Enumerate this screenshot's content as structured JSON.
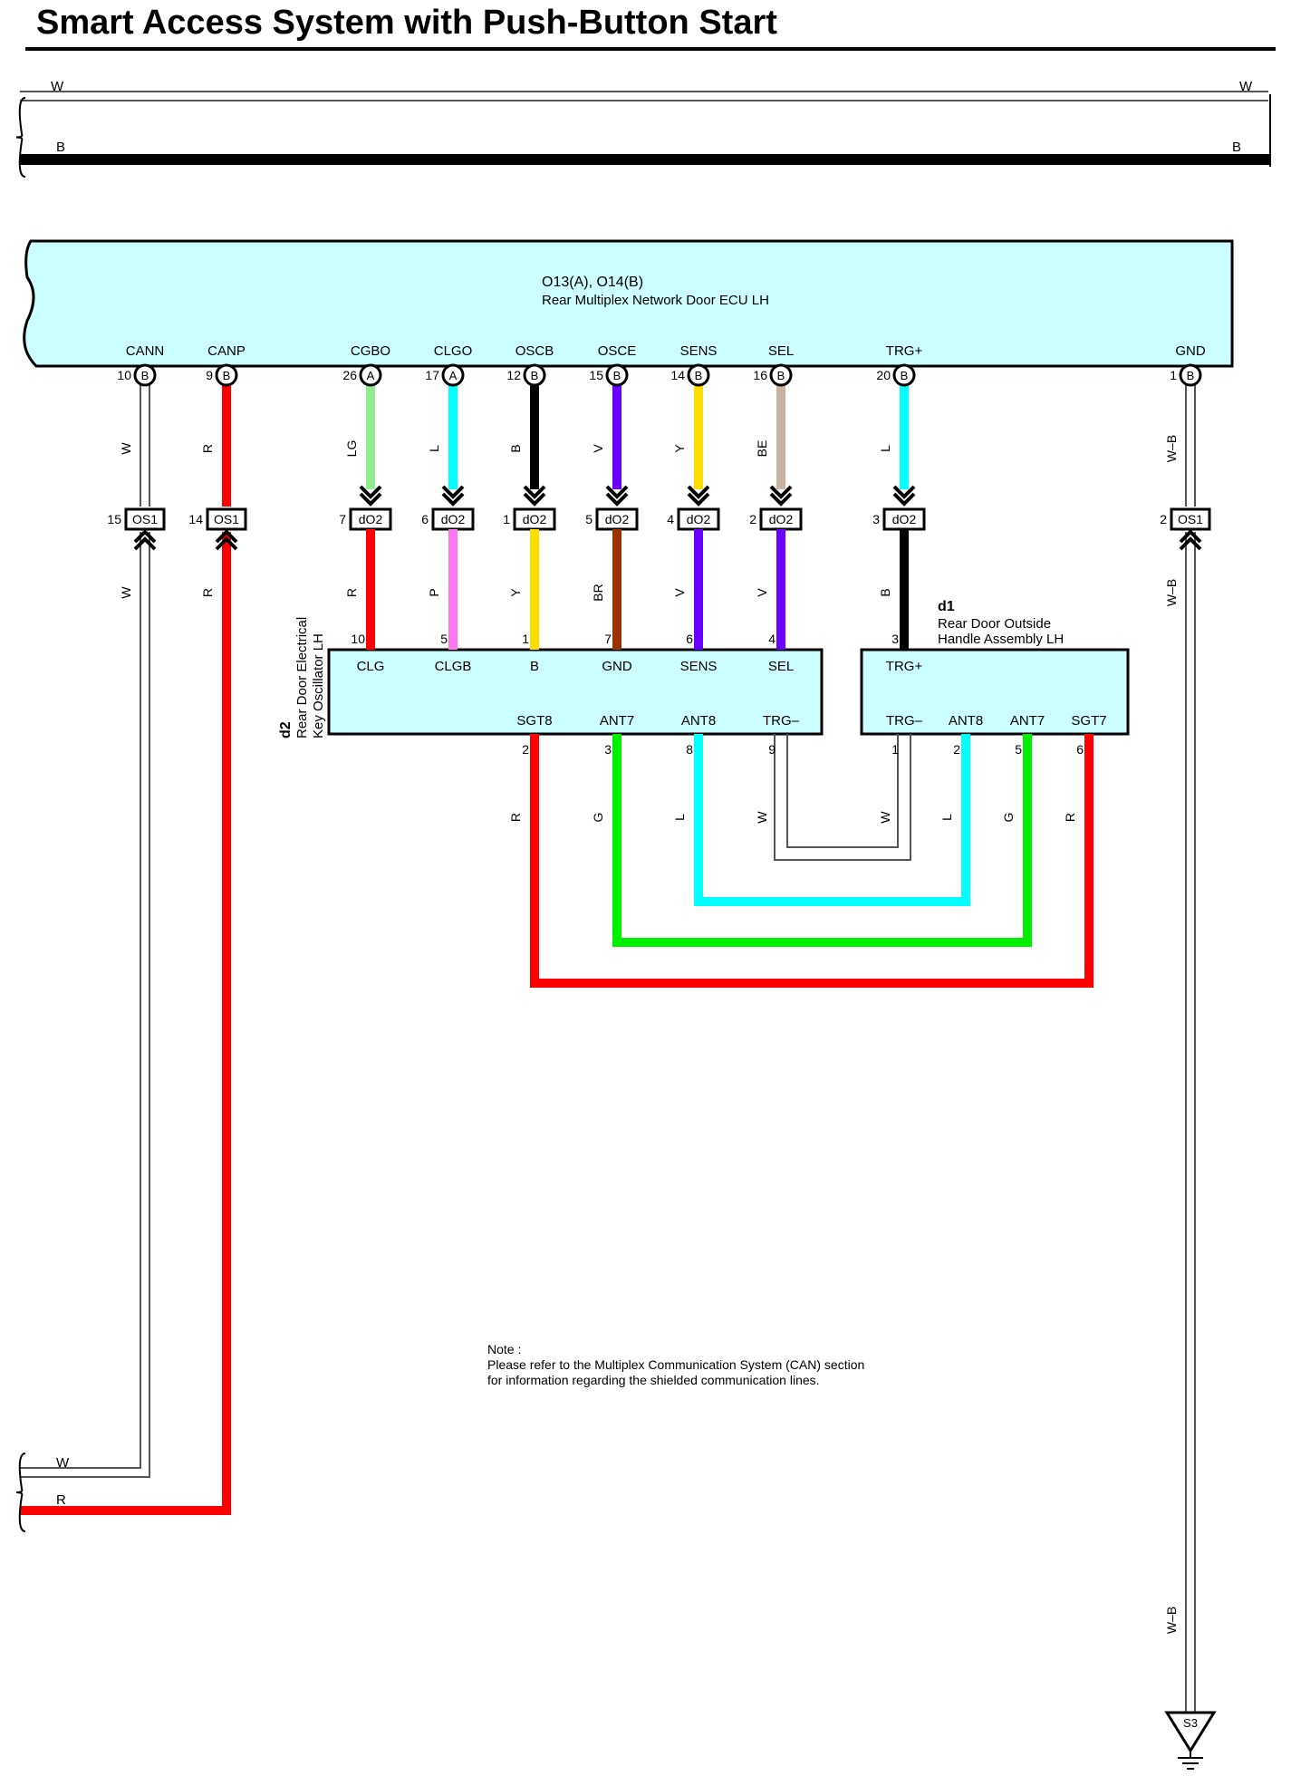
{
  "title": "Smart Access System with Push-Button Start",
  "ecu": {
    "code": "O13(A), O14(B)",
    "name": "Rear Multiplex Network Door ECU LH"
  },
  "module_d2": {
    "code": "d2",
    "name_lines": [
      "Rear Door Electrical",
      "Key Oscillator LH"
    ]
  },
  "module_d1": {
    "code": "d1",
    "name_lines": [
      "Rear Door Outside",
      "Handle Assembly LH"
    ]
  },
  "ground_label": "S3",
  "note": [
    "Note :",
    "Please refer to the Multiplex Communication System (CAN) section",
    "for information regarding the shielded communication lines."
  ],
  "top_buses": [
    {
      "wire": "W",
      "color": "#ffffff",
      "outlined": true
    },
    {
      "wire": "B",
      "color": "#000000",
      "outlined": false
    }
  ],
  "bottom_buses": [
    {
      "wire": "W",
      "color": "#ffffff",
      "outlined": true
    },
    {
      "wire": "R",
      "color": "#ff0000",
      "outlined": false
    }
  ],
  "ecu_terminals": [
    {
      "label": "CANN",
      "pin": "10",
      "conn": "B",
      "wire": "W",
      "color": "#ffffff",
      "outlined": true,
      "join": "OS1",
      "join_pin": "15",
      "wire2": "W",
      "color2": "#ffffff",
      "outlined2": true
    },
    {
      "label": "CANP",
      "pin": "9",
      "conn": "B",
      "wire": "R",
      "color": "#ff0000",
      "outlined": false,
      "join": "OS1",
      "join_pin": "14",
      "wire2": "R",
      "color2": "#ff0000",
      "outlined2": false
    },
    {
      "label": "CGBO",
      "pin": "26",
      "conn": "A",
      "wire": "LG",
      "color": "#90ee90",
      "outlined": false,
      "join": "dO2",
      "join_pin": "7",
      "wire2": "R",
      "color2": "#ff0000",
      "outlined2": false,
      "dest": "d2",
      "dest_pin": "10"
    },
    {
      "label": "CLGO",
      "pin": "17",
      "conn": "A",
      "wire": "L",
      "color": "#00ffff",
      "outlined": false,
      "join": "dO2",
      "join_pin": "6",
      "wire2": "P",
      "color2": "#ff77ee",
      "outlined2": false,
      "dest": "d2",
      "dest_pin": "5"
    },
    {
      "label": "OSCB",
      "pin": "12",
      "conn": "B",
      "wire": "B",
      "color": "#000000",
      "outlined": false,
      "join": "dO2",
      "join_pin": "1",
      "wire2": "Y",
      "color2": "#ffdd00",
      "outlined2": false,
      "dest": "d2",
      "dest_pin": "1"
    },
    {
      "label": "OSCE",
      "pin": "15",
      "conn": "B",
      "wire": "V",
      "color": "#6a00ff",
      "outlined": false,
      "join": "dO2",
      "join_pin": "5",
      "wire2": "BR",
      "color2": "#993300",
      "outlined2": false,
      "dest": "d2",
      "dest_pin": "7"
    },
    {
      "label": "SENS",
      "pin": "14",
      "conn": "B",
      "wire": "Y",
      "color": "#ffdd00",
      "outlined": false,
      "join": "dO2",
      "join_pin": "4",
      "wire2": "V",
      "color2": "#6a00ff",
      "outlined2": false,
      "dest": "d2",
      "dest_pin": "6"
    },
    {
      "label": "SEL",
      "pin": "16",
      "conn": "B",
      "wire": "BE",
      "color": "#c8b4a0",
      "outlined": false,
      "join": "dO2",
      "join_pin": "2",
      "wire2": "V",
      "color2": "#6a00ff",
      "outlined2": false,
      "dest": "d2",
      "dest_pin": "4"
    },
    {
      "label": "TRG+",
      "pin": "20",
      "conn": "B",
      "wire": "L",
      "color": "#00ffff",
      "outlined": false,
      "join": "dO2",
      "join_pin": "3",
      "wire2": "B",
      "color2": "#000000",
      "outlined2": false,
      "dest": "d1",
      "dest_pin": "3"
    },
    {
      "label": "GND",
      "pin": "1",
      "conn": "B",
      "wire": "W–B",
      "color": "#ffffff",
      "outlined": true,
      "join": "OS1",
      "join_pin": "2",
      "wire2": "W–B",
      "color2": "#ffffff",
      "outlined2": true,
      "wire3": "W–B"
    }
  ],
  "d2_top_terminals": [
    "CLG",
    "CLGB",
    "B",
    "GND",
    "SENS",
    "SEL"
  ],
  "d2_bottom_terminals": [
    {
      "label": "SGT8",
      "pin": "2",
      "wire": "R",
      "color": "#ff0000",
      "outlined": false
    },
    {
      "label": "ANT7",
      "pin": "3",
      "wire": "G",
      "color": "#00ee00",
      "outlined": false
    },
    {
      "label": "ANT8",
      "pin": "8",
      "wire": "L",
      "color": "#00ffff",
      "outlined": false
    },
    {
      "label": "TRG–",
      "pin": "9",
      "wire": "W",
      "color": "#ffffff",
      "outlined": true
    }
  ],
  "d1_top_terminal": "TRG+",
  "d1_bottom_terminals": [
    {
      "label": "TRG–",
      "pin": "1",
      "wire": "W",
      "color": "#ffffff",
      "outlined": true
    },
    {
      "label": "ANT8",
      "pin": "2",
      "wire": "L",
      "color": "#00ffff",
      "outlined": false
    },
    {
      "label": "ANT7",
      "pin": "5",
      "wire": "G",
      "color": "#00ee00",
      "outlined": false
    },
    {
      "label": "SGT7",
      "pin": "6",
      "wire": "R",
      "color": "#ff0000",
      "outlined": false
    }
  ],
  "palette": {
    "box_fill": "#ccffff",
    "line": "#000000"
  }
}
